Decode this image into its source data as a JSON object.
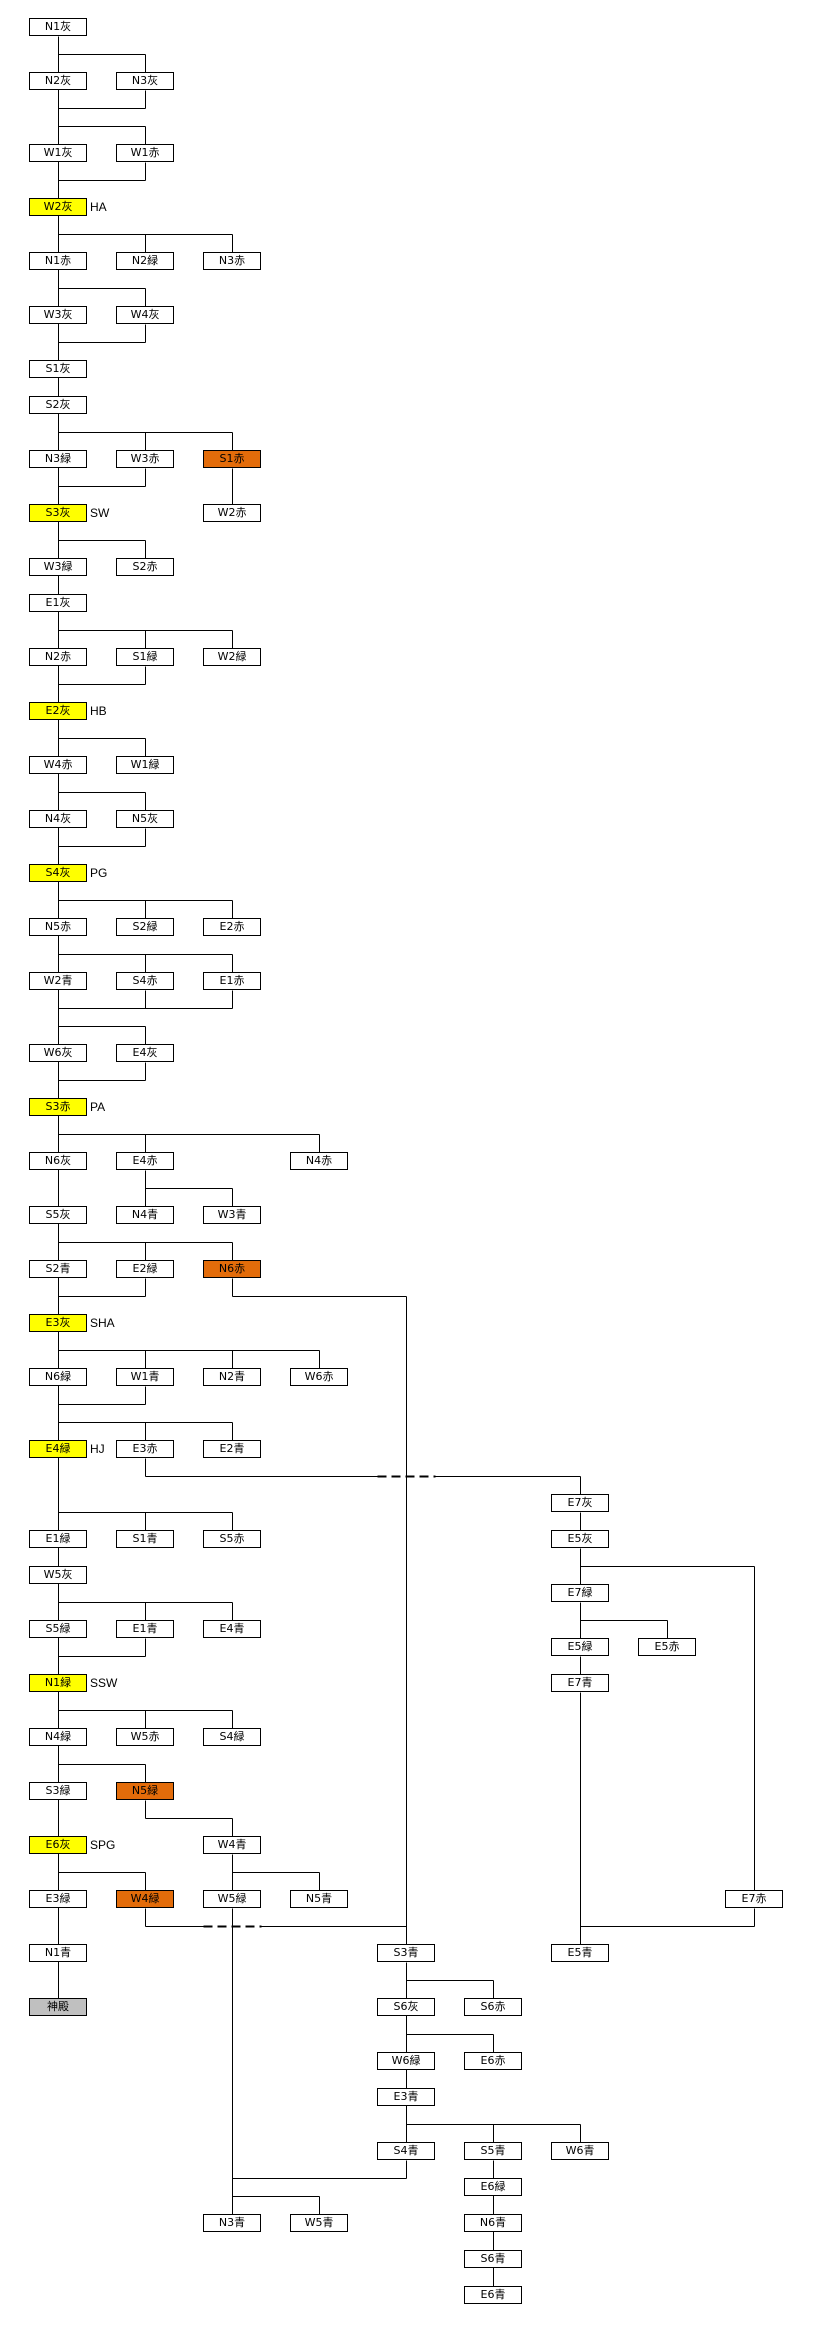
{
  "colors": {
    "normal": "#ffffff",
    "highlight": "#ffff00",
    "alert": "#e36c0a",
    "goal": "#c0c0c0",
    "line": "#000000"
  },
  "nodes": [
    {
      "label": "N1灰",
      "style": "normal"
    },
    {
      "label": "N2灰",
      "style": "normal"
    },
    {
      "label": "N3灰",
      "style": "normal"
    },
    {
      "label": "W1灰",
      "style": "normal"
    },
    {
      "label": "W1赤",
      "style": "normal"
    },
    {
      "label": "W2灰",
      "style": "highlight",
      "note": "HA"
    },
    {
      "label": "N1赤",
      "style": "normal"
    },
    {
      "label": "N2緑",
      "style": "normal"
    },
    {
      "label": "N3赤",
      "style": "normal"
    },
    {
      "label": "W3灰",
      "style": "normal"
    },
    {
      "label": "W4灰",
      "style": "normal"
    },
    {
      "label": "S1灰",
      "style": "normal"
    },
    {
      "label": "S2灰",
      "style": "normal"
    },
    {
      "label": "N3緑",
      "style": "normal"
    },
    {
      "label": "W3赤",
      "style": "normal"
    },
    {
      "label": "S1赤",
      "style": "alert"
    },
    {
      "label": "S3灰",
      "style": "highlight",
      "note": "SW"
    },
    {
      "label": "W2赤",
      "style": "normal"
    },
    {
      "label": "W3緑",
      "style": "normal"
    },
    {
      "label": "S2赤",
      "style": "normal"
    },
    {
      "label": "E1灰",
      "style": "normal"
    },
    {
      "label": "N2赤",
      "style": "normal"
    },
    {
      "label": "S1緑",
      "style": "normal"
    },
    {
      "label": "W2緑",
      "style": "normal"
    },
    {
      "label": "E2灰",
      "style": "highlight",
      "note": "HB"
    },
    {
      "label": "W4赤",
      "style": "normal"
    },
    {
      "label": "W1緑",
      "style": "normal"
    },
    {
      "label": "N4灰",
      "style": "normal"
    },
    {
      "label": "N5灰",
      "style": "normal"
    },
    {
      "label": "S4灰",
      "style": "highlight",
      "note": "PG"
    },
    {
      "label": "N5赤",
      "style": "normal"
    },
    {
      "label": "S2緑",
      "style": "normal"
    },
    {
      "label": "E2赤",
      "style": "normal"
    },
    {
      "label": "W2青",
      "style": "normal"
    },
    {
      "label": "S4赤",
      "style": "normal"
    },
    {
      "label": "E1赤",
      "style": "normal"
    },
    {
      "label": "W6灰",
      "style": "normal"
    },
    {
      "label": "E4灰",
      "style": "normal"
    },
    {
      "label": "S3赤",
      "style": "highlight",
      "note": "PA"
    },
    {
      "label": "N6灰",
      "style": "normal"
    },
    {
      "label": "E4赤",
      "style": "normal"
    },
    {
      "label": "N4赤",
      "style": "normal"
    },
    {
      "label": "S5灰",
      "style": "normal"
    },
    {
      "label": "N4青",
      "style": "normal"
    },
    {
      "label": "W3青",
      "style": "normal"
    },
    {
      "label": "S2青",
      "style": "normal"
    },
    {
      "label": "E2緑",
      "style": "normal"
    },
    {
      "label": "N6赤",
      "style": "alert"
    },
    {
      "label": "E3灰",
      "style": "highlight",
      "note": "SHA"
    },
    {
      "label": "N6緑",
      "style": "normal"
    },
    {
      "label": "W1青",
      "style": "normal"
    },
    {
      "label": "N2青",
      "style": "normal"
    },
    {
      "label": "W6赤",
      "style": "normal"
    },
    {
      "label": "E4緑",
      "style": "highlight",
      "note": "HJ"
    },
    {
      "label": "E3赤",
      "style": "normal"
    },
    {
      "label": "E2青",
      "style": "normal"
    },
    {
      "label": "E7灰",
      "style": "normal"
    },
    {
      "label": "E1緑",
      "style": "normal"
    },
    {
      "label": "S1青",
      "style": "normal"
    },
    {
      "label": "S5赤",
      "style": "normal"
    },
    {
      "label": "E5灰",
      "style": "normal"
    },
    {
      "label": "W5灰",
      "style": "normal"
    },
    {
      "label": "E7緑",
      "style": "normal"
    },
    {
      "label": "S5緑",
      "style": "normal"
    },
    {
      "label": "E1青",
      "style": "normal"
    },
    {
      "label": "E4青",
      "style": "normal"
    },
    {
      "label": "E5緑",
      "style": "normal"
    },
    {
      "label": "E5赤",
      "style": "normal"
    },
    {
      "label": "N1緑",
      "style": "highlight",
      "note": "SSW"
    },
    {
      "label": "E7青",
      "style": "normal"
    },
    {
      "label": "N4緑",
      "style": "normal"
    },
    {
      "label": "W5赤",
      "style": "normal"
    },
    {
      "label": "S4緑",
      "style": "normal"
    },
    {
      "label": "S3緑",
      "style": "normal"
    },
    {
      "label": "N5緑",
      "style": "alert"
    },
    {
      "label": "E6灰",
      "style": "highlight",
      "note": "SPG"
    },
    {
      "label": "W4青",
      "style": "normal"
    },
    {
      "label": "E3緑",
      "style": "normal"
    },
    {
      "label": "W4緑",
      "style": "alert"
    },
    {
      "label": "W5緑",
      "style": "normal"
    },
    {
      "label": "N5青",
      "style": "normal"
    },
    {
      "label": "E7赤",
      "style": "normal"
    },
    {
      "label": "N1青",
      "style": "normal"
    },
    {
      "label": "S3青",
      "style": "normal"
    },
    {
      "label": "E5青",
      "style": "normal"
    },
    {
      "label": "神殿",
      "style": "goal"
    },
    {
      "label": "S6灰",
      "style": "normal"
    },
    {
      "label": "S6赤",
      "style": "normal"
    },
    {
      "label": "W6緑",
      "style": "normal"
    },
    {
      "label": "E6赤",
      "style": "normal"
    },
    {
      "label": "E3青",
      "style": "normal"
    },
    {
      "label": "S4青",
      "style": "normal"
    },
    {
      "label": "S5青",
      "style": "normal"
    },
    {
      "label": "W6青",
      "style": "normal"
    },
    {
      "label": "E6緑",
      "style": "normal"
    },
    {
      "label": "N6青",
      "style": "normal"
    },
    {
      "label": "N3青",
      "style": "normal"
    },
    {
      "label": "W5青",
      "style": "normal"
    },
    {
      "label": "S6青",
      "style": "normal"
    },
    {
      "label": "E6青",
      "style": "normal"
    }
  ]
}
